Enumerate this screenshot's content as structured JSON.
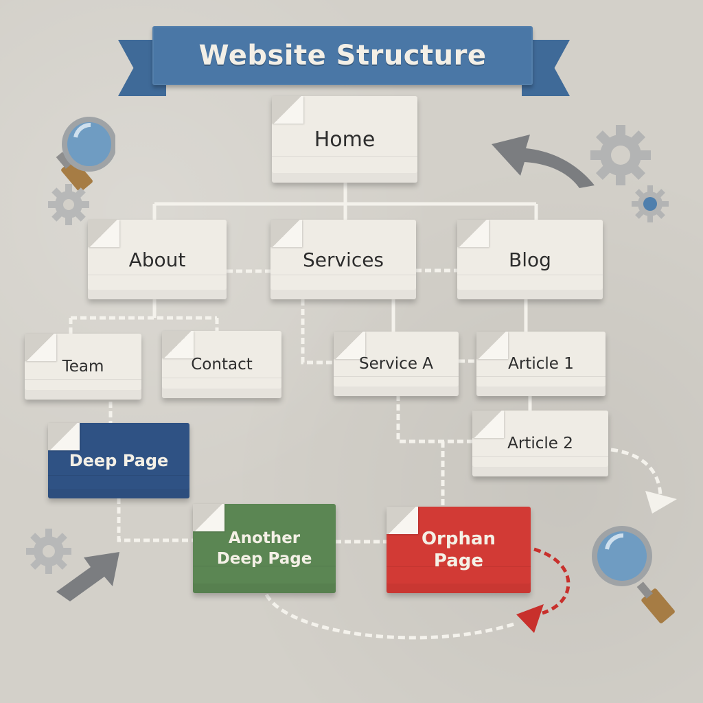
{
  "title": "Website Structure",
  "pages": {
    "home": "Home",
    "about": "About",
    "services": "Services",
    "blog": "Blog",
    "team": "Team",
    "contact": "Contact",
    "service_a": "Service A",
    "article_1": "Article 1",
    "article_2": "Article 2",
    "deep_page": "Deep Page",
    "another_deep_page_line1": "Another",
    "another_deep_page_line2": "Deep Page",
    "orphan_page_line1": "Orphan",
    "orphan_page_line2": "Page"
  },
  "icons": [
    "magnifier-icon",
    "gear-icon",
    "arrow-icon"
  ],
  "colors": {
    "banner": "#4a77a6",
    "card": "#efece5",
    "deep_page": "#2f5284",
    "another_deep_page": "#5b8653",
    "orphan_page": "#d23a35",
    "connector": "#f4f2ec",
    "orphan_link": "#c8302c"
  }
}
